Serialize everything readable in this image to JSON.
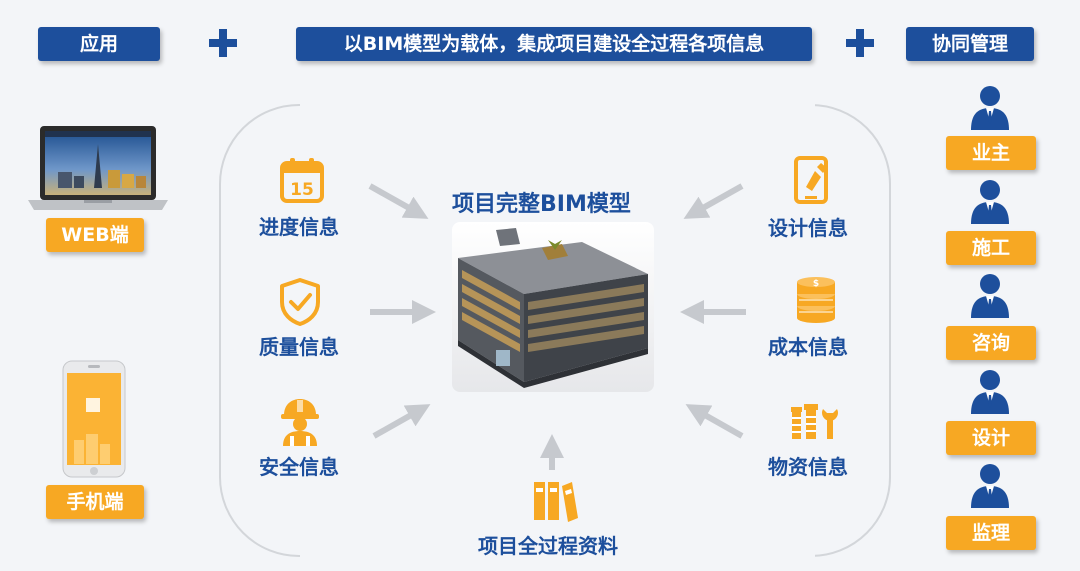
{
  "header": {
    "left": "应用",
    "center": "以BIM模型为载体，集成项目建设全过程各项信息",
    "right": "协同管理"
  },
  "devices": {
    "web_label": "WEB端",
    "mobile_label": "手机端"
  },
  "center_model": {
    "title": "项目完整BIM模型",
    "bottom_label": "项目全过程资料"
  },
  "left_info": [
    {
      "label": "进度信息",
      "icon": "calendar-icon",
      "icon_text": "15"
    },
    {
      "label": "质量信息",
      "icon": "shield-check-icon"
    },
    {
      "label": "安全信息",
      "icon": "worker-helmet-icon"
    }
  ],
  "right_info": [
    {
      "label": "设计信息",
      "icon": "design-doc-icon"
    },
    {
      "label": "成本信息",
      "icon": "coins-icon"
    },
    {
      "label": "物资信息",
      "icon": "tools-icon"
    }
  ],
  "roles": [
    "业主",
    "施工",
    "咨询",
    "设计",
    "监理"
  ],
  "colors": {
    "primary": "#1d4f9c",
    "accent": "#f7a823",
    "frame": "#d3d6da",
    "arrow": "#c6c9ce"
  }
}
